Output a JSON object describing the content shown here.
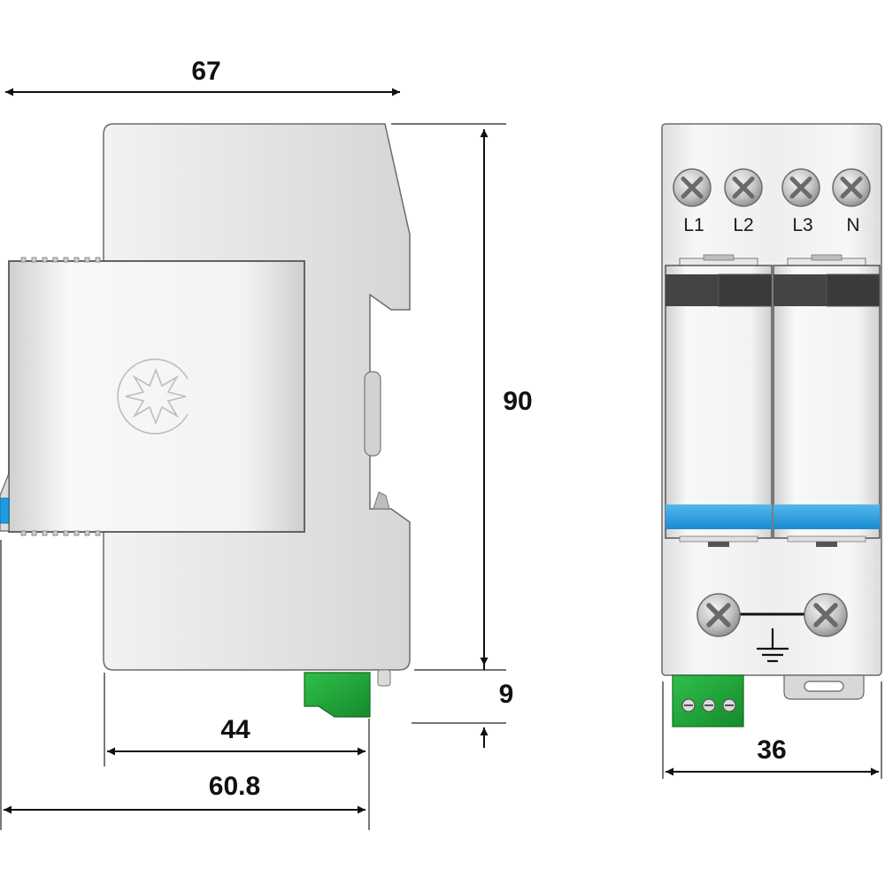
{
  "dimensions": {
    "width_top": "67",
    "height": "90",
    "rail_offset": "9",
    "depth_inner": "44",
    "depth_total": "60.8",
    "module_width": "36"
  },
  "terminals": {
    "top": [
      "L1",
      "L2",
      "L3",
      "N"
    ]
  },
  "colors": {
    "housing": "#e6e6e6",
    "housing_outline": "#6b6b6b",
    "indicator_blue": "#1e9be0",
    "connector_green": "#22a03a",
    "cover_dark": "#444444",
    "dimension_ink": "#111111"
  },
  "icons": {
    "logo": "burst-logo-icon",
    "ground": "ground-icon",
    "screw": "screw-terminal-icon"
  }
}
